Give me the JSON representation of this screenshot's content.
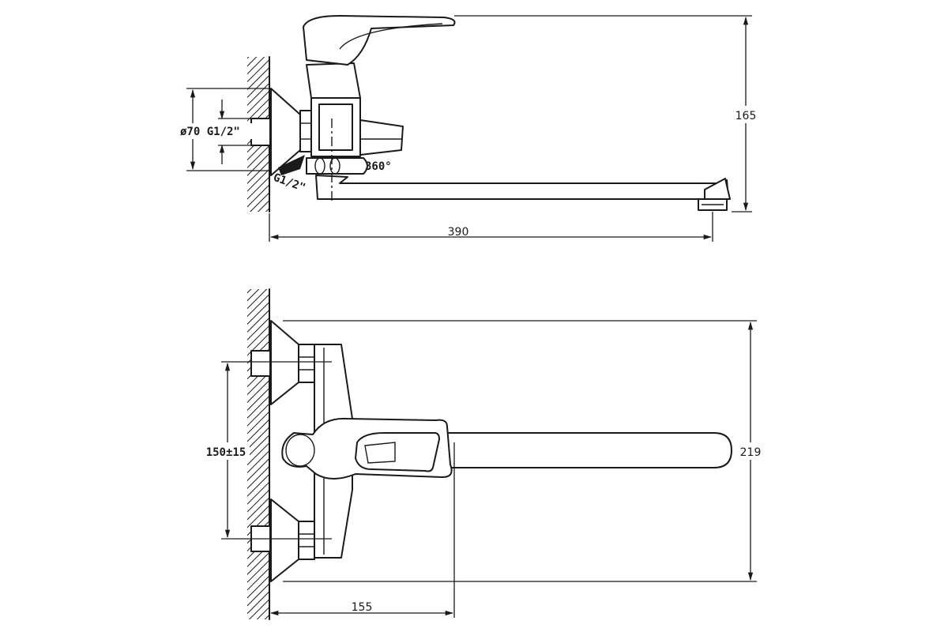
{
  "colors": {
    "line": "#1a1a1a",
    "background": "#ffffff"
  },
  "side_view": {
    "labels": {
      "height": "165",
      "length": "390",
      "flange": "ø70 G1/2\"",
      "swivel": "360°",
      "outlet_thread": "G1/2\""
    }
  },
  "top_view": {
    "labels": {
      "depth": "219",
      "centers": "150±15",
      "body_offset": "155"
    }
  }
}
